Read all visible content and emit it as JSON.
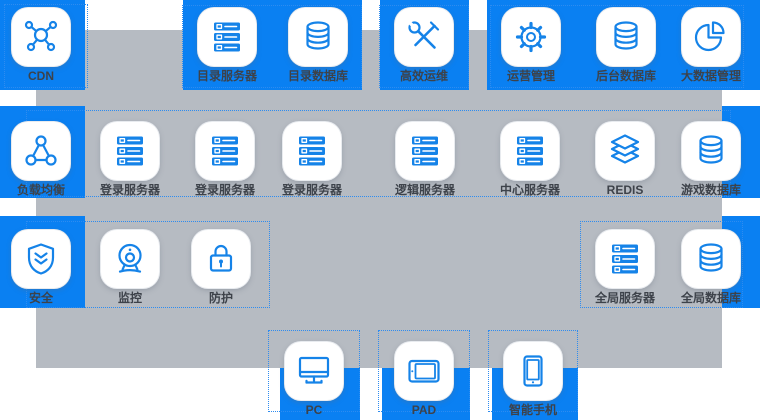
{
  "diagram": {
    "colors": {
      "tile_blue": "#0a80f2",
      "panel_gray": "#b6bbc2",
      "icon_blue": "#1583e8",
      "dash_blue": "#2e8cf0",
      "label_dark": "#3d424a",
      "card_white": "#ffffff"
    },
    "nodes": [
      {
        "label": "CDN",
        "icon": "network-icon"
      },
      {
        "label": "目录服务器",
        "icon": "server-icon"
      },
      {
        "label": "目录数据库",
        "icon": "database-icon"
      },
      {
        "label": "高效运维",
        "icon": "tools-icon"
      },
      {
        "label": "运营管理",
        "icon": "gear-icon"
      },
      {
        "label": "后台数据库",
        "icon": "database-icon"
      },
      {
        "label": "大数据管理",
        "icon": "pie-chart-icon"
      },
      {
        "label": "负载均衡",
        "icon": "load-balancer-icon"
      },
      {
        "label": "登录服务器",
        "icon": "server-icon"
      },
      {
        "label": "登录服务器",
        "icon": "server-icon"
      },
      {
        "label": "登录服务器",
        "icon": "server-icon"
      },
      {
        "label": "逻辑服务器",
        "icon": "server-icon"
      },
      {
        "label": "中心服务器",
        "icon": "server-icon"
      },
      {
        "label": "REDIS",
        "icon": "layers-icon"
      },
      {
        "label": "游戏数据库",
        "icon": "database-icon"
      },
      {
        "label": "安全",
        "icon": "shield-icon"
      },
      {
        "label": "监控",
        "icon": "webcam-icon"
      },
      {
        "label": "防护",
        "icon": "lock-icon"
      },
      {
        "label": "全局服务器",
        "icon": "server-icon"
      },
      {
        "label": "全局数据库",
        "icon": "database-icon"
      },
      {
        "label": "PC",
        "icon": "monitor-icon"
      },
      {
        "label": "PAD",
        "icon": "tablet-icon"
      },
      {
        "label": "智能手机",
        "icon": "smartphone-icon"
      }
    ]
  }
}
